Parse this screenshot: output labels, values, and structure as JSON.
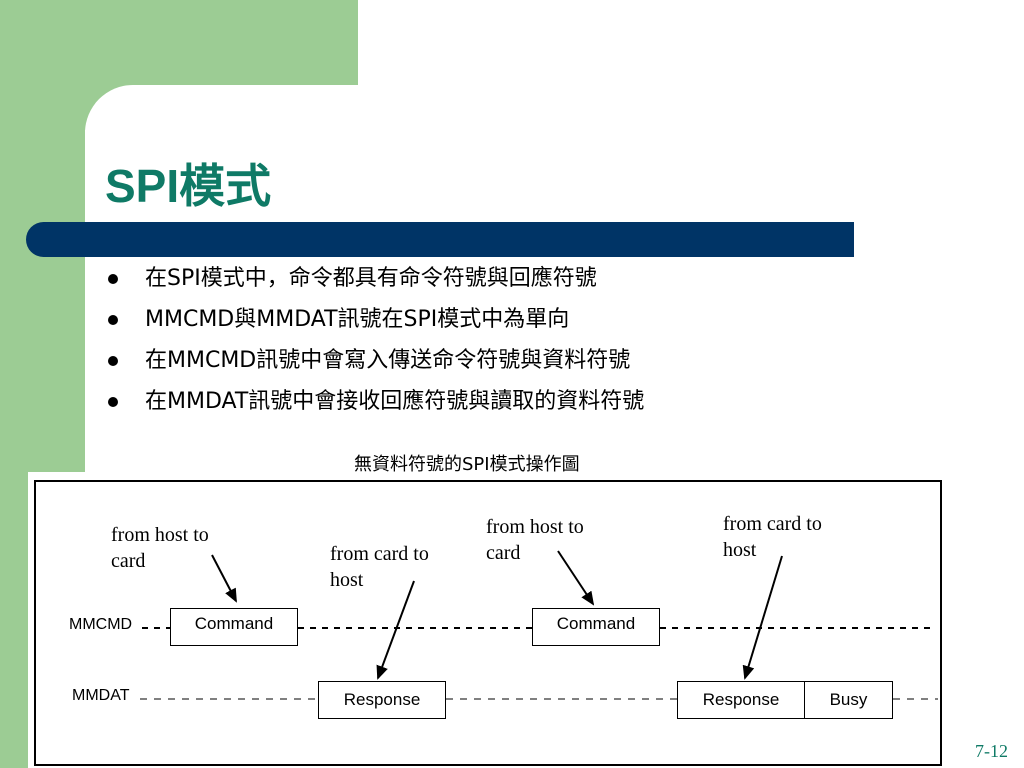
{
  "slide": {
    "title": "SPI模式",
    "bullets": [
      "在SPI模式中，命令都具有命令符號與回應符號",
      "MMCMD與MMDAT訊號在SPI模式中為單向",
      "在MMCMD訊號中會寫入傳送命令符號與資料符號",
      "在MMDAT訊號中會接收回應符號與讀取的資料符號"
    ],
    "page_number": "7-12"
  },
  "diagram": {
    "caption": "無資料符號的SPI模式操作圖",
    "signals": {
      "cmd": "MMCMD",
      "dat": "MMDAT"
    },
    "annotations": [
      {
        "line1": "from host to",
        "line2": "card"
      },
      {
        "line1": "from card to",
        "line2": "host"
      },
      {
        "line1": "from host to",
        "line2": "card"
      },
      {
        "line1": "from card to",
        "line2": "host"
      }
    ],
    "boxes": {
      "command": "Command",
      "response": "Response",
      "busy": "Busy"
    }
  },
  "colors": {
    "green_background": "#9ccc94",
    "title_bar": "#003466",
    "title_text": "#0f7a66"
  }
}
